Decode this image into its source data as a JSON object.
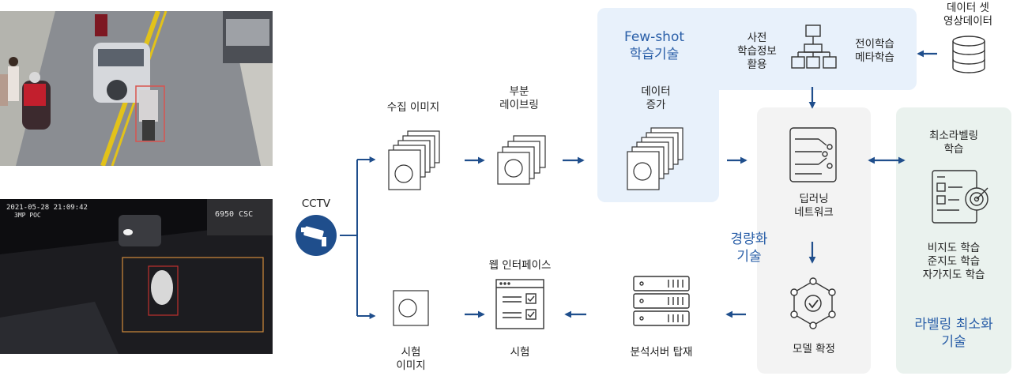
{
  "photos": {
    "night_timestamp": "2021-05-28 21:09:42",
    "night_camera": "3MP POC",
    "night_plate": "6950 CSC"
  },
  "cctv": {
    "label": "CCTV"
  },
  "collect_images": {
    "label": "수집 이미지"
  },
  "partial_labeling": {
    "label": "부분\n레이브링"
  },
  "few_shot": {
    "title": "Few-shot\n학습기술",
    "augment": "데이터\n증가",
    "pretrain": "사전\n학습정보\n활용",
    "transfer": "전이학습\n메타학습"
  },
  "dataset": {
    "label": "데이터 셋\n영상데이터"
  },
  "deep_learning": {
    "label": "딥러닝\n네트워크"
  },
  "lightweight": {
    "title": "경량화\n기술"
  },
  "model": {
    "label": "모델 확정"
  },
  "min_label": {
    "learning": "최소라벨링\n학습",
    "methods": "비지도 학습\n준지도 학습\n자가지도 학습",
    "title": "라벨링 최소화\n기술"
  },
  "server": {
    "label": "분석서버 탑재"
  },
  "web": {
    "label": "웹 인터페이스",
    "test": "시험"
  },
  "test_image": {
    "label": "시험\n이미지"
  },
  "colors": {
    "accent": "#2a5fa8",
    "arrow": "#1f4e8c",
    "dark_icon": "#1f4e8c"
  }
}
